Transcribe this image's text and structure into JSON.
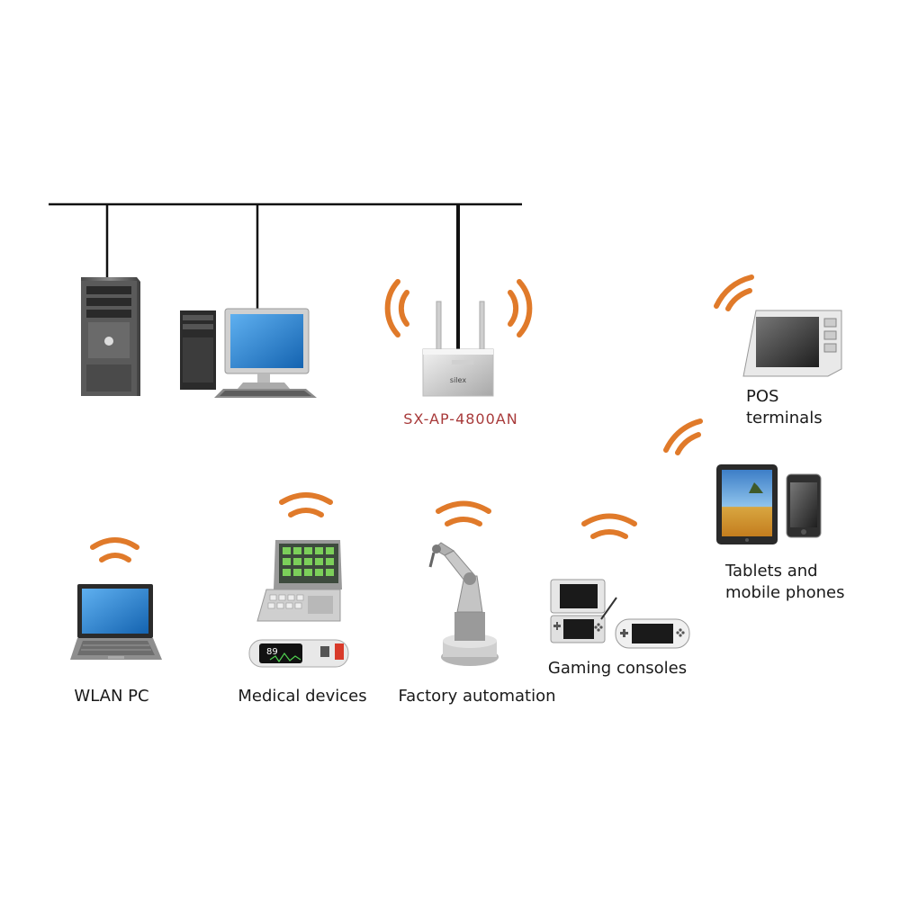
{
  "colors": {
    "wifi": "#e07a2a",
    "bus": "#111111",
    "ap_label": "#a83a3a",
    "screen_blue": "#1e78c8",
    "dark_grey": "#3a3a3a"
  },
  "access_point": {
    "model": "SX-AP-4800AN",
    "logo": "silex"
  },
  "wired_devices": [
    {
      "icon": "server-tower-icon"
    },
    {
      "icon": "desktop-pc-icon"
    }
  ],
  "wireless_clients": [
    {
      "id": "wlan-pc",
      "icon": "laptop-icon",
      "label": "WLAN PC"
    },
    {
      "id": "medical",
      "icon": "medical-device-icon",
      "label": "Medical devices"
    },
    {
      "id": "factory",
      "icon": "robot-arm-icon",
      "label": "Factory automation"
    },
    {
      "id": "gaming",
      "icon": "game-console-icon",
      "label": "Gaming consoles"
    },
    {
      "id": "tablets",
      "icon": "tablet-phone-icon",
      "label_lines": [
        "Tablets and",
        "mobile phones"
      ]
    },
    {
      "id": "pos",
      "icon": "pos-terminal-icon",
      "label_lines": [
        "POS",
        "terminals"
      ]
    }
  ]
}
